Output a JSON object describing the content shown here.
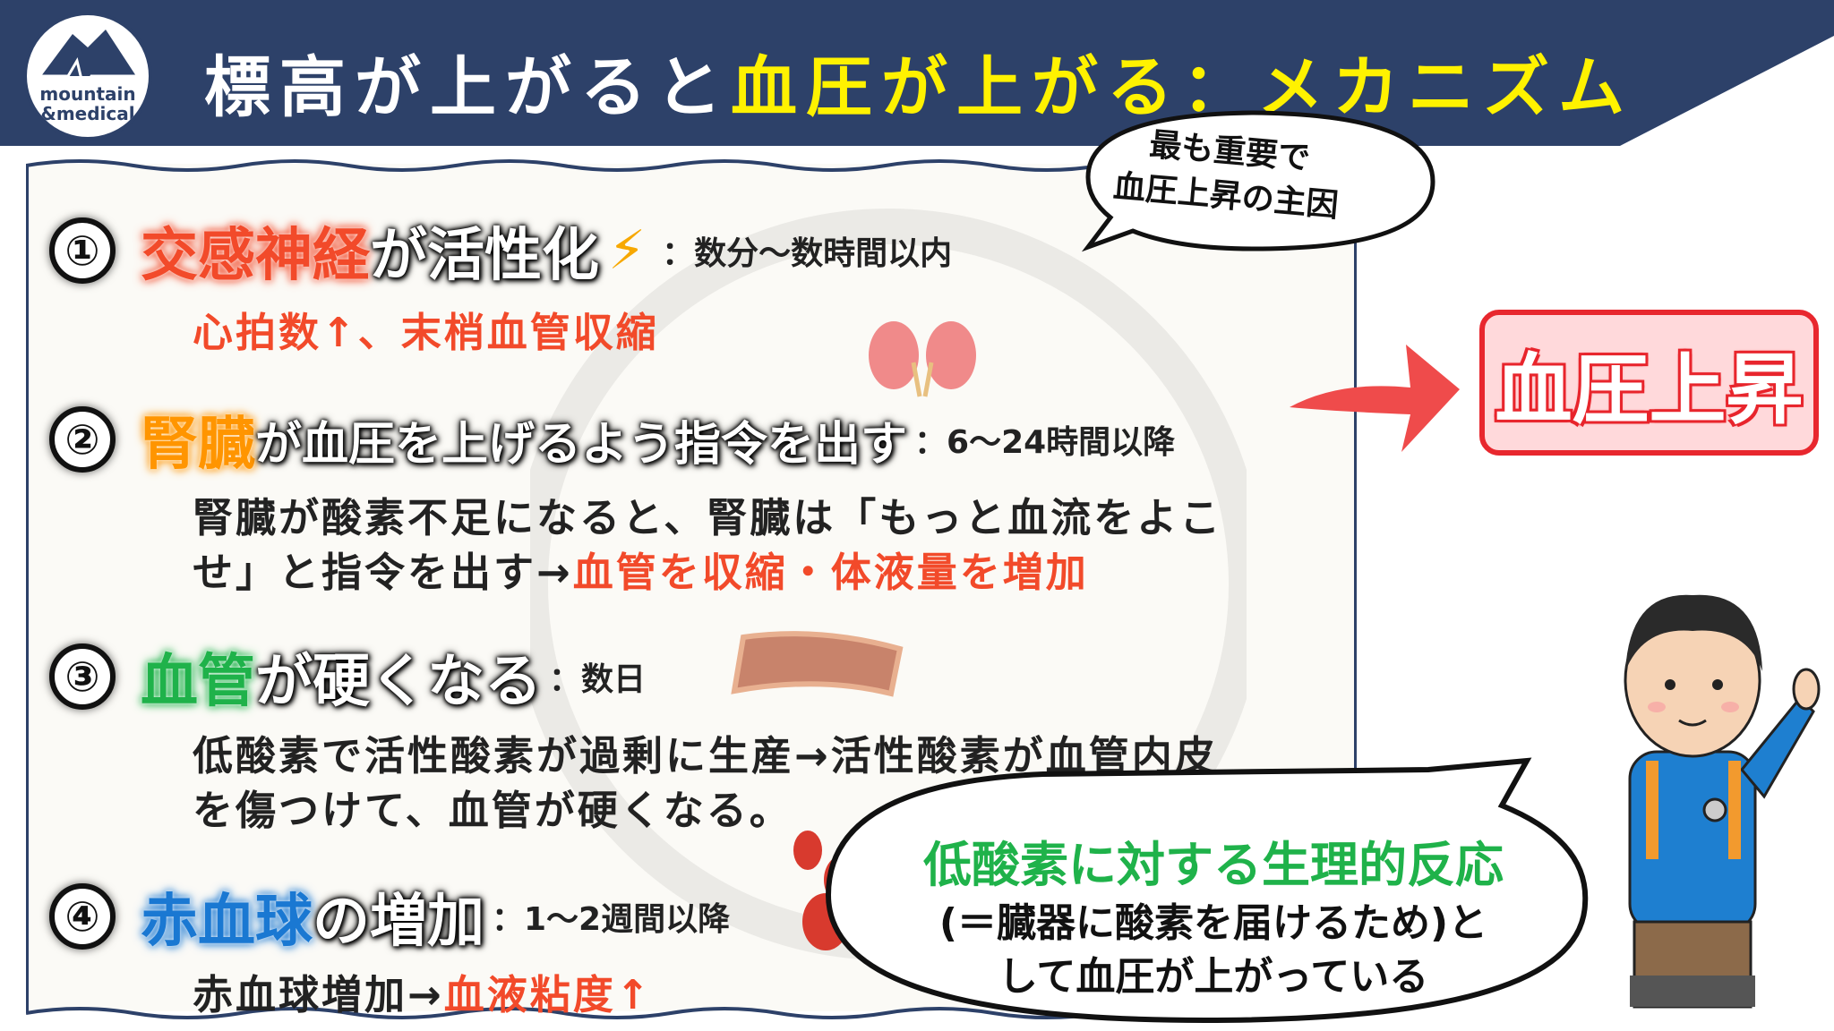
{
  "header": {
    "title_white": "標高が上がると",
    "title_yellow": "血圧が上がる：メカニズム",
    "logo_line1": "mountain",
    "logo_line2": "&medical"
  },
  "callout": {
    "line1": "最も重要で",
    "line2": "血圧上昇の主因"
  },
  "result_box": "血圧上昇",
  "items": [
    {
      "num": "①",
      "key": "交感神経",
      "key_color": "#f24a2a",
      "rest": "が活性化",
      "suffix": "：数分〜数時間以内",
      "body": [
        {
          "text": "心拍数↑、末梢血管収縮",
          "red": true
        }
      ]
    },
    {
      "num": "②",
      "key": "腎臓",
      "key_color": "#ff9500",
      "rest": "が血圧を上げるよう指令を出す",
      "suffix": "：6〜24時間以降",
      "body_line1": "腎臓が酸素不足になると、腎臓は「もっと血流をよこ",
      "body_line2_black": "せ」と指令を出す→",
      "body_line2_red": "血管を収縮・体液量を増加"
    },
    {
      "num": "③",
      "key": "血管",
      "key_color": "#1fb24a",
      "rest": "が硬くなる",
      "suffix": "：数日",
      "body_line1": "低酸素で活性酸素が過剰に生産→活性酸素が血管内皮",
      "body_line2": "を傷つけて、血管が硬くなる。"
    },
    {
      "num": "④",
      "key": "赤血球",
      "key_color": "#1a78d2",
      "rest": "の増加",
      "suffix": "：1〜2週間以降",
      "body_black": "赤血球増加→",
      "body_red": "血液粘度↑"
    }
  ],
  "speech": {
    "line1": "低酸素に対する生理的反応",
    "line2": "(＝臓器に酸素を届けるため)と",
    "line3": "して血圧が上がっている"
  },
  "colors": {
    "navy": "#2d4169",
    "yellow": "#fff200",
    "red": "#f24a2a",
    "green": "#1fb24a"
  }
}
